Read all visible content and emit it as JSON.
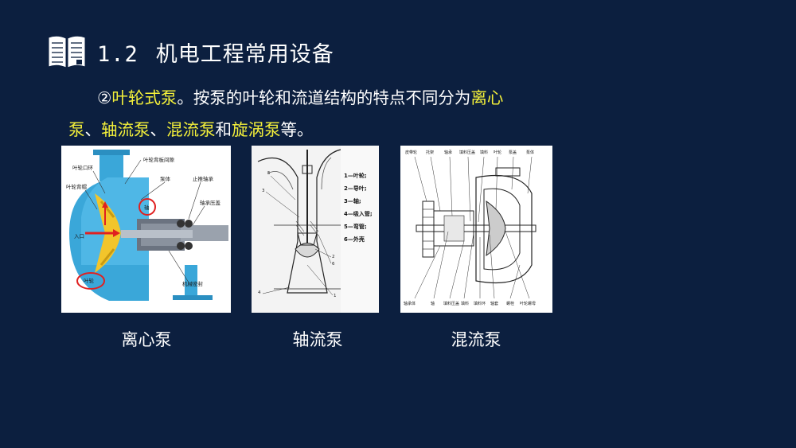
{
  "header": {
    "number": "1.2",
    "title": "机电工程常用设备"
  },
  "paragraph": {
    "marker": "②",
    "pump_type": "叶轮式泵",
    "text_before": "。按泵的叶轮和流道结构的特点不同分为",
    "term1": "离心",
    "term1b": "泵",
    "sep1": "、",
    "term2": "轴流泵",
    "sep2": "、",
    "term3": "混流泵",
    "conj": "和",
    "term4": "旋涡泵",
    "ending": "等。"
  },
  "figures": {
    "centrifugal": {
      "caption": "离心泵",
      "labels": {
        "l1": "叶轮背板间隙",
        "l2": "叶轮口环",
        "l3": "泵体",
        "l4": "叶轮背帽",
        "l5": "止推轴承",
        "l6": "轴",
        "l7": "轴承压盖",
        "l8": "入口",
        "l9": "叶轮",
        "l10": "机械密封"
      }
    },
    "axial": {
      "caption": "轴流泵",
      "legend": [
        "1—叶轮;",
        "2—导叶;",
        "3—轴;",
        "4—吸入管;",
        "5—弯管;",
        "6—外壳"
      ],
      "nums": [
        "5",
        "3",
        "2",
        "6",
        "1",
        "4"
      ]
    },
    "mixed": {
      "caption": "混流泵",
      "top_labels": [
        "皮带轮",
        "托架",
        "轴承",
        "填料压盖",
        "填料",
        "叶轮",
        "泵盖",
        "泵体"
      ],
      "bottom_labels": [
        "轴承体",
        "轴",
        "填料压盖",
        "填料",
        "填料环",
        "轴套",
        "螺栓",
        "叶轮螺母"
      ]
    }
  },
  "colors": {
    "background": "#0c1f3f",
    "highlight": "#f4f03a",
    "text": "#ffffff"
  }
}
